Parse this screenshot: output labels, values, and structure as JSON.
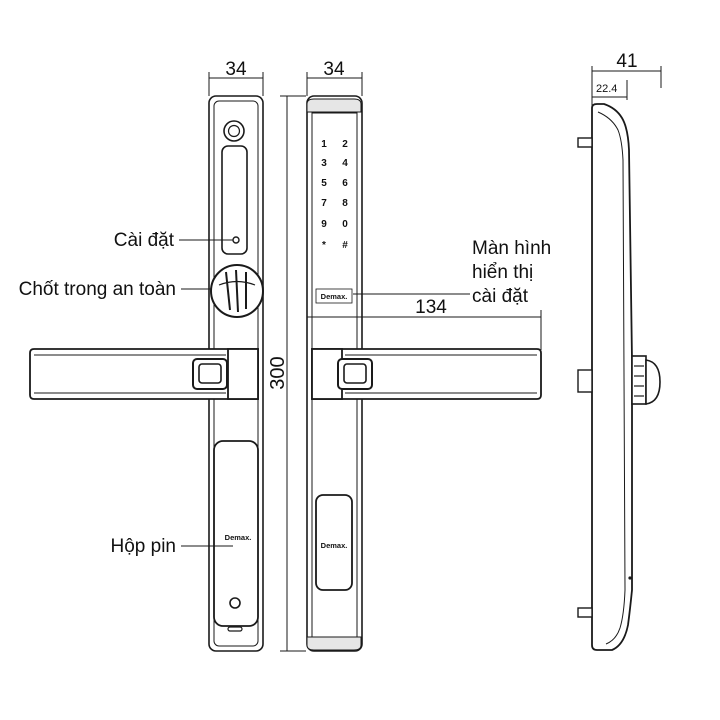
{
  "dimensions": {
    "width_front": "34",
    "width_back": "34",
    "depth_total": "41",
    "depth_inner": "22.4",
    "height": "300",
    "handle_length": "134"
  },
  "labels": {
    "setting": "Cài đặt",
    "safety_latch": "Chốt trong an toàn",
    "battery_box": "Hộp pin",
    "screen_line1": "Màn hình",
    "screen_line2": "hiển thị",
    "screen_line3": "cài đặt"
  },
  "brand": "Demax.",
  "keypad": [
    "1",
    "2",
    "3",
    "4",
    "5",
    "6",
    "7",
    "8",
    "9",
    "0",
    "*",
    "#"
  ]
}
